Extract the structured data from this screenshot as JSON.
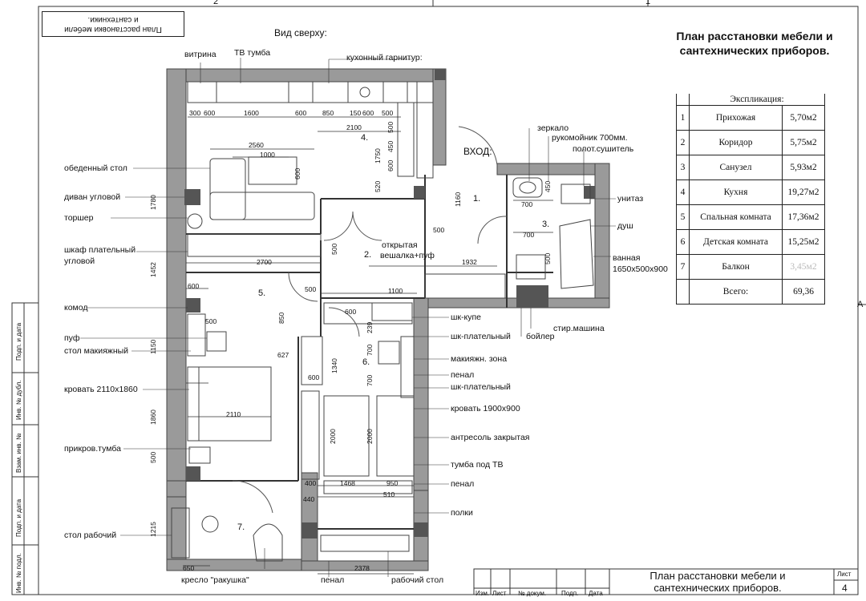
{
  "frame": {
    "col_marks": [
      "2",
      "1"
    ],
    "row_mark": "A",
    "top_stamp": [
      "План расстановки мебели",
      "и сантехники."
    ]
  },
  "plan": {
    "view_label": "Вид сверху:",
    "title": [
      "План расстановки мебели и",
      "сантехнических приборов."
    ],
    "entry_label": "ВХОД:"
  },
  "callouts_left": {
    "vitrina": "витрина",
    "tv_tumba": "ТВ тумба",
    "kitchen_set": "кухонный гарнитур:",
    "dining_table": "обеденный стол",
    "corner_sofa": "диван угловой",
    "floor_lamp": "торшер",
    "corner_wardrobe_1": "шкаф плательный",
    "corner_wardrobe_2": "угловой",
    "dresser": "комод",
    "pouf": "пуф",
    "makeup_table": "стол макияжный",
    "bed_main": "кровать 2110x1860",
    "bedside": "прикров.тумба",
    "work_table_left": "стол рабочий",
    "shell_chair": "кресло \"ракушка\"",
    "pencil_case_bottom": "пенал",
    "work_table_bottom": "рабочий стол"
  },
  "callouts_right": {
    "mirror": "зеркало",
    "washbasin": "рукомойник 700мм.",
    "towel_dryer": "полот.сушитель",
    "toilet": "унитаз",
    "shower": "душ",
    "bathtub_1": "ванная",
    "bathtub_2": "1650x500x900",
    "washing_machine": "стир.машина",
    "boiler": "бойлер",
    "coupe_wardrobe": "шк-купе",
    "wardrobe": "шк-плательный",
    "makeup_zone": "макияжн. зона",
    "pencil_case": "пенал",
    "wardrobe_2": "шк-плательный",
    "bed_kid": "кровать 1900x900",
    "closed_mezzanine": "антресоль закрытая",
    "tv_stand": "тумба под ТВ",
    "pencil_case_2": "пенал",
    "shelves": "полки"
  },
  "center_labels": {
    "hanger_1": "открытая",
    "hanger_2": "вешалка+пуф"
  },
  "room_numbers": [
    "1.",
    "2.",
    "3.",
    "4.",
    "5.",
    "6.",
    "7."
  ],
  "dimensions": {
    "d300": "300",
    "d600a": "600",
    "d1600": "1600",
    "d600b": "600",
    "d850": "850",
    "d150": "150",
    "d600c": "600",
    "d500a": "500",
    "d2100": "2100",
    "d2560": "2560",
    "d1000": "1000",
    "d600v": "600",
    "d450v": "450",
    "d600v2": "600",
    "d1750v": "1750",
    "d500v": "500",
    "d520v": "520",
    "d1780v": "1780",
    "d2700": "2700",
    "d1452v": "1452",
    "d500b": "500",
    "d1932": "1932",
    "d1160v": "1160",
    "d700a": "700",
    "d450b": "450",
    "d700b": "700",
    "d500c": "500",
    "d600d": "600",
    "d500d": "500",
    "d850v": "850",
    "d1100": "1100",
    "d600e": "600",
    "d500e": "500",
    "d1150v": "1150",
    "d627": "627",
    "d600f": "600",
    "d700v1": "700",
    "d700v2": "700",
    "d1340v": "1340",
    "d239v": "239",
    "d600g": "600",
    "d1860v": "1860",
    "d2110": "2110",
    "d500v2": "500",
    "d2000a": "2000",
    "d2000b": "2000",
    "d400": "400",
    "d1468": "1468",
    "d950": "950",
    "d510": "510",
    "d440": "440",
    "d1215v": "1215",
    "d650": "650",
    "d2378": "2378"
  },
  "explication": {
    "header": "Экспликация:",
    "rows": [
      {
        "num": "1",
        "name": "Прихожая",
        "area": "5,70м2"
      },
      {
        "num": "2",
        "name": "Коридор",
        "area": "5,75м2"
      },
      {
        "num": "3",
        "name": "Санузел",
        "area": "5,93м2"
      },
      {
        "num": "4",
        "name": "Кухня",
        "area": "19,27м2"
      },
      {
        "num": "5",
        "name": "Спальная комната",
        "area": "17,36м2"
      },
      {
        "num": "6",
        "name": "Детская комната",
        "area": "15,25м2"
      },
      {
        "num": "7",
        "name": "Балкон",
        "area": "3,45м2"
      }
    ],
    "total_label": "Всего:",
    "total_value": "69,36"
  },
  "title_block": {
    "cols": [
      "Изм.",
      "Лист",
      "№ докум.",
      "Подп.",
      "Дата"
    ],
    "title": [
      "План расстановки мебели и",
      "сантехнических приборов."
    ],
    "sheet_label": "Лист",
    "sheet_number": "4"
  },
  "side_stamp": [
    "Подп. и дата",
    "Инв. № дубл.",
    "Взам. инв. №",
    "Подп. и дата",
    "Инв. № подл."
  ]
}
